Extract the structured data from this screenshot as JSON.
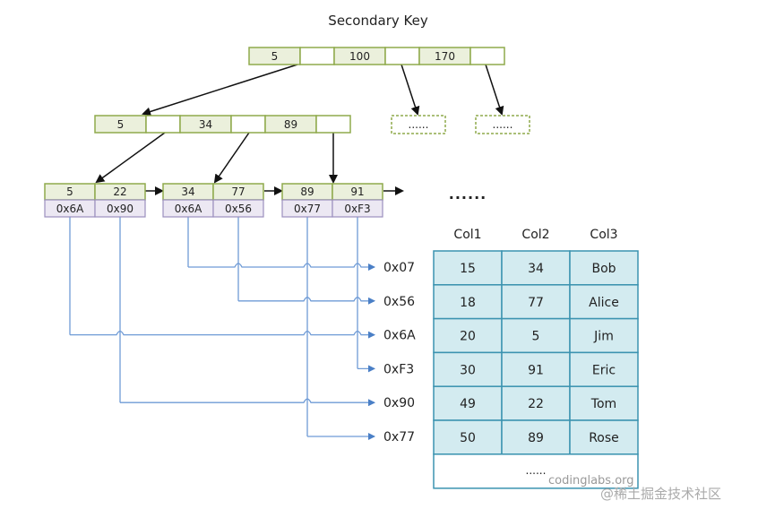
{
  "title": "Secondary Key",
  "colors": {
    "key_fill": "#ebf0dc",
    "key_border": "#8faa4c",
    "ptr_fill": "#ece8f3",
    "ptr_border": "#9b8fbe",
    "link_line": "#6f9bd6",
    "table_fill": "#d3ebf0",
    "table_border": "#3b93b0",
    "arrow": "#111111"
  },
  "root": {
    "keys": [
      "5",
      "100",
      "170"
    ]
  },
  "internal": {
    "keys": [
      "5",
      "34",
      "89"
    ]
  },
  "placeholder_nodes": [
    "......",
    "......"
  ],
  "leaves": [
    {
      "keys": [
        "5",
        "22"
      ],
      "pointers": [
        "0x6A",
        "0x90"
      ]
    },
    {
      "keys": [
        "34",
        "77"
      ],
      "pointers": [
        "0x6A",
        "0x56"
      ]
    },
    {
      "keys": [
        "89",
        "91"
      ],
      "pointers": [
        "0x77",
        "0xF3"
      ]
    }
  ],
  "leaf_ellipsis": "......",
  "addresses": [
    "0x07",
    "0x56",
    "0x6A",
    "0xF3",
    "0x90",
    "0x77"
  ],
  "links": [
    {
      "from_leaf": 1,
      "from_slot": 0,
      "to": "0x07"
    },
    {
      "from_leaf": 1,
      "from_slot": 1,
      "to": "0x56"
    },
    {
      "from_leaf": 0,
      "from_slot": 0,
      "to": "0x6A"
    },
    {
      "from_leaf": 2,
      "from_slot": 1,
      "to": "0xF3"
    },
    {
      "from_leaf": 0,
      "from_slot": 1,
      "to": "0x90"
    },
    {
      "from_leaf": 2,
      "from_slot": 0,
      "to": "0x77"
    }
  ],
  "table": {
    "columns": [
      "Col1",
      "Col2",
      "Col3"
    ],
    "rows": [
      [
        "15",
        "34",
        "Bob"
      ],
      [
        "18",
        "77",
        "Alice"
      ],
      [
        "20",
        "5",
        "Jim"
      ],
      [
        "30",
        "91",
        "Eric"
      ],
      [
        "49",
        "22",
        "Tom"
      ],
      [
        "50",
        "89",
        "Rose"
      ]
    ],
    "footer": "......"
  },
  "watermarks": [
    "codinglabs.org",
    "@稀土掘金技术社区"
  ]
}
